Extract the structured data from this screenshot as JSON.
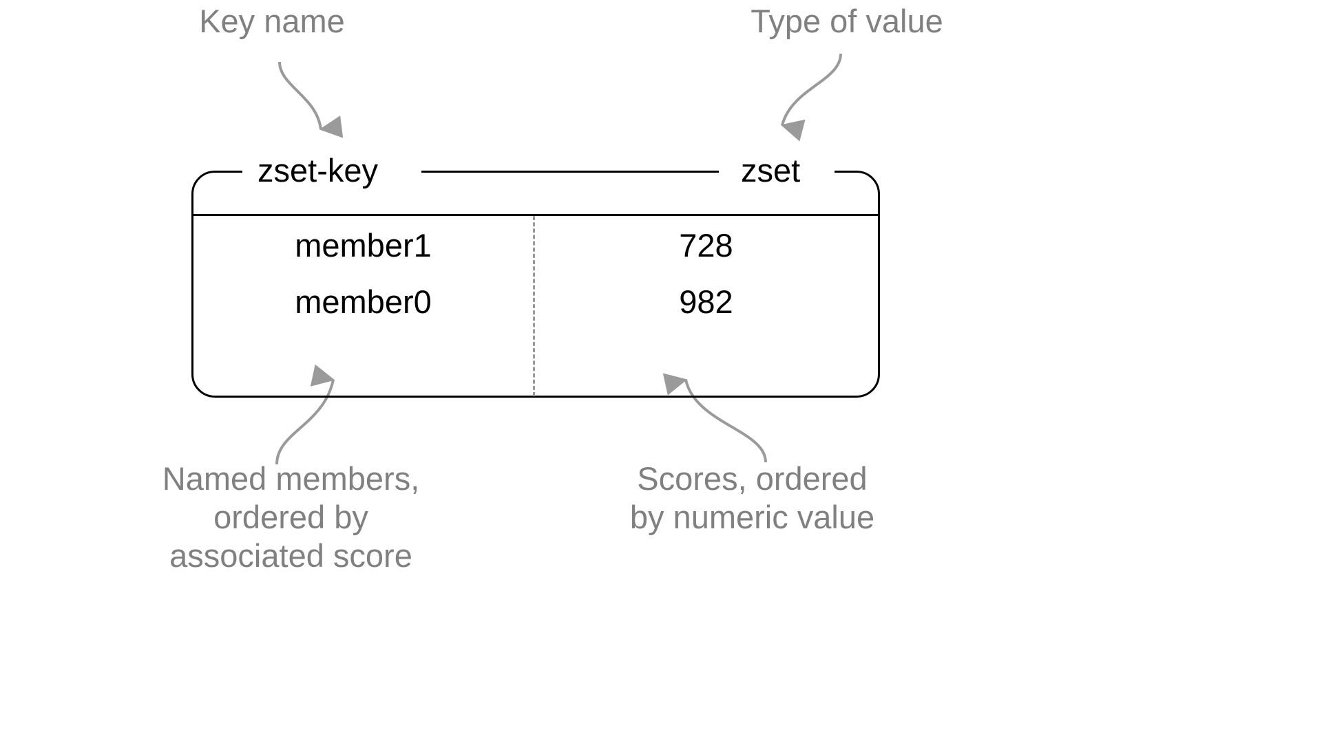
{
  "diagram": {
    "title_labels": {
      "key_name": "Key name",
      "type_of_value": "Type of value"
    },
    "box": {
      "key_label": "zset-key",
      "type_label": "zset"
    },
    "columns": {
      "member_header": "",
      "score_header": ""
    },
    "rows": [
      {
        "member": "member1",
        "score": "728"
      },
      {
        "member": "member0",
        "score": "982"
      }
    ],
    "captions": {
      "members": "Named members,\nordered by\nassociated score",
      "members_lines": [
        "Named members,",
        "ordered by",
        "associated score"
      ],
      "scores": "Scores, ordered\nby numeric value",
      "scores_lines": [
        "Scores, ordered",
        "by numeric value"
      ]
    },
    "colors": {
      "annotation_gray": "#808080",
      "box_black": "#000000",
      "divider_gray": "#9a9a9a",
      "background": "#ffffff"
    },
    "icons": {
      "arrow_key_name": "curved-arrow-down-icon",
      "arrow_type_value": "curved-arrow-down-icon",
      "arrow_members": "curved-arrow-up-icon",
      "arrow_scores": "curved-arrow-up-icon"
    }
  }
}
